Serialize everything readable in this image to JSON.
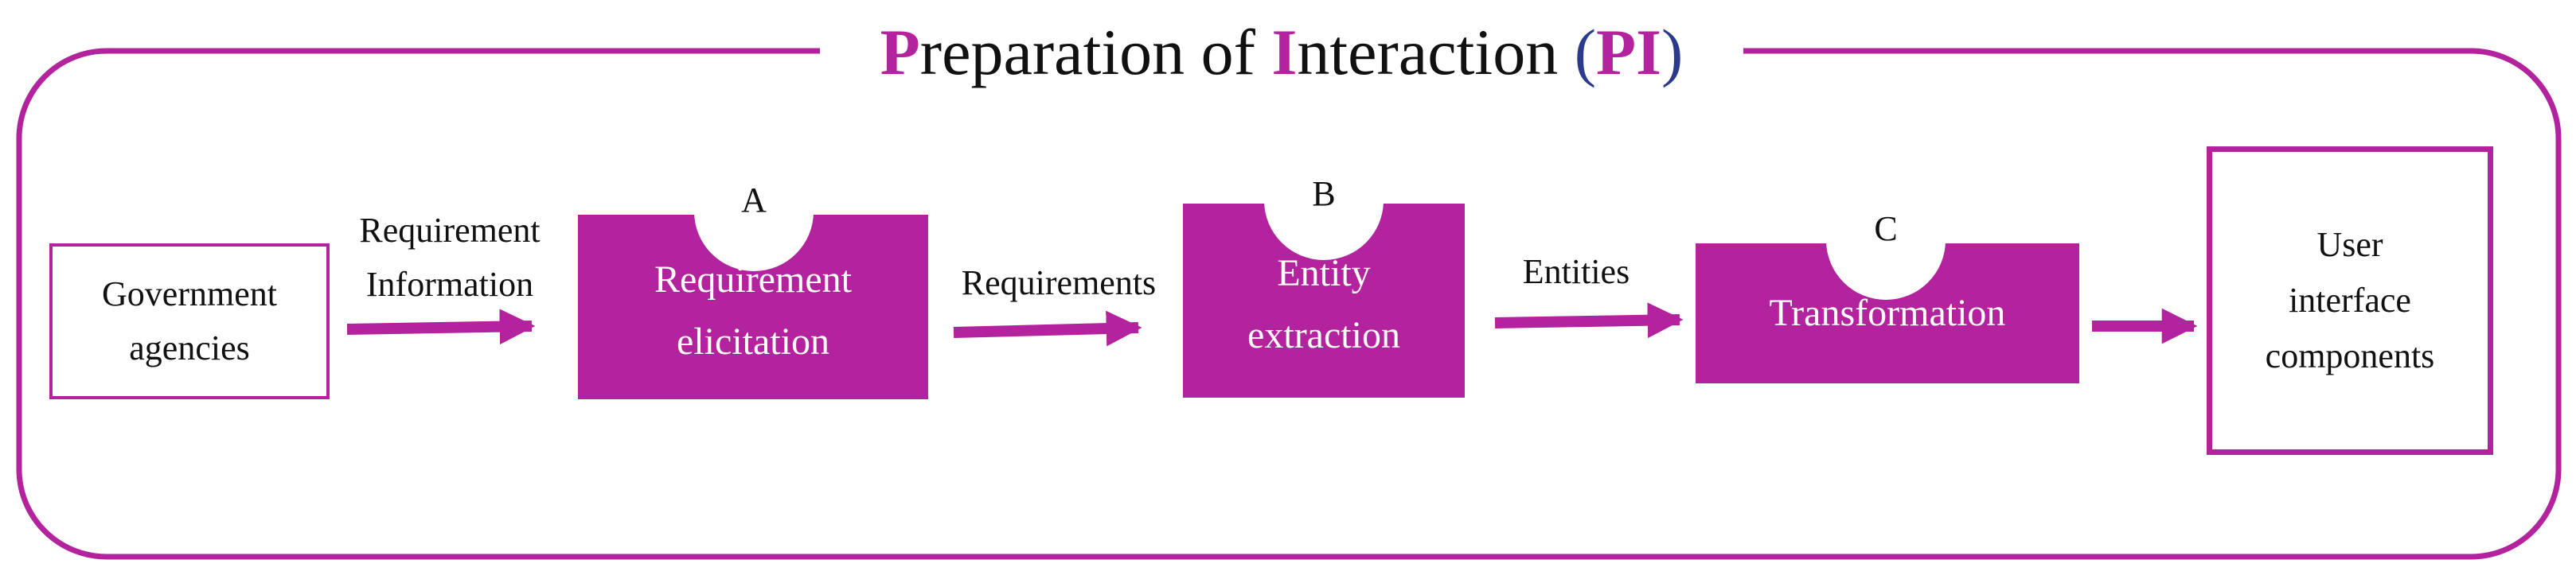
{
  "title": {
    "p_letter": "P",
    "p_rest": "reparation of ",
    "i_letter": "I",
    "i_rest": "nteraction ",
    "open_paren": "(",
    "abbrev": "PI",
    "close_paren": ")"
  },
  "nodes": {
    "source": {
      "label_line1": "Government",
      "label_line2": "agencies"
    },
    "step_a": {
      "letter": "A",
      "label_line1": "Requirement",
      "label_line2": "elicitation"
    },
    "step_b": {
      "letter": "B",
      "label_line1": "Entity",
      "label_line2": "extraction"
    },
    "step_c": {
      "letter": "C",
      "label": "Transformation"
    },
    "output": {
      "label_line1": "User",
      "label_line2": "interface",
      "label_line3": "components"
    }
  },
  "edges": {
    "e1_line1": "Requirement",
    "e1_line2": "Information",
    "e2": "Requirements",
    "e3": "Entities"
  },
  "colors": {
    "accent": "#b3239e",
    "abbrev_parens": "#2b3a8a",
    "text": "#111111"
  }
}
